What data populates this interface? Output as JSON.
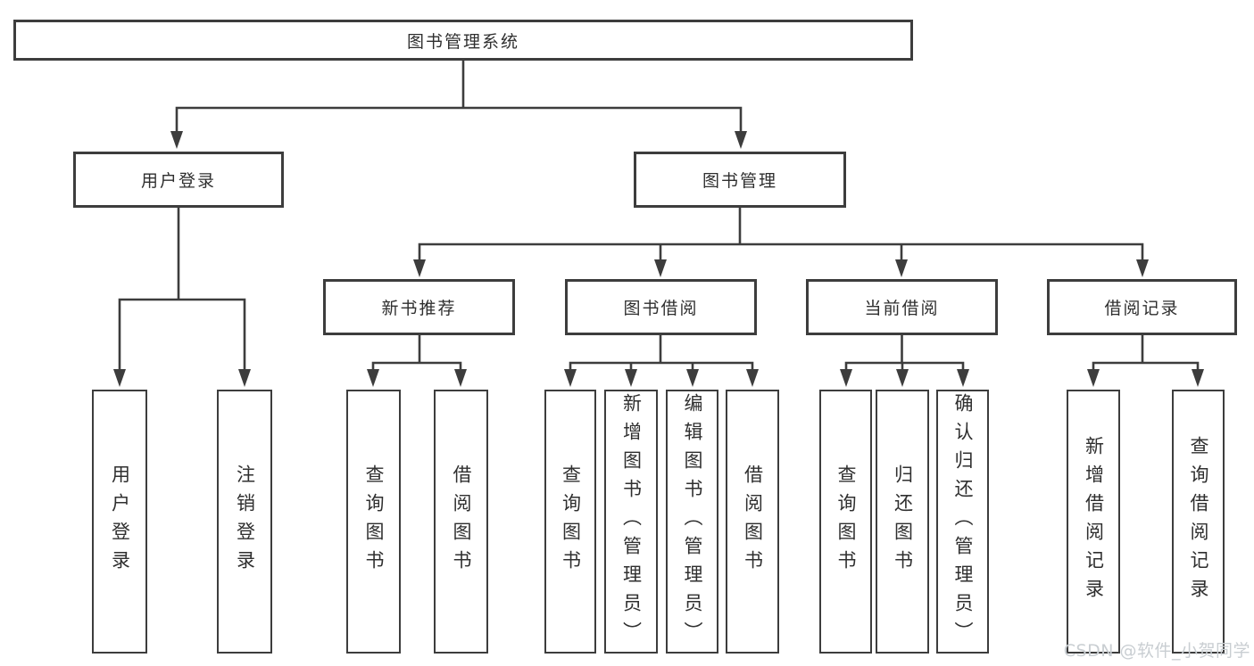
{
  "diagram": {
    "type": "tree",
    "root": {
      "label": "图书管理系统"
    },
    "level2": [
      {
        "id": "user-login",
        "label": "用户登录"
      },
      {
        "id": "book-management",
        "label": "图书管理"
      }
    ],
    "level3": [
      {
        "id": "new-book-recommend",
        "parent": "图书管理",
        "label": "新书推荐"
      },
      {
        "id": "book-borrow",
        "parent": "图书管理",
        "label": "图书借阅"
      },
      {
        "id": "current-borrow",
        "parent": "图书管理",
        "label": "当前借阅"
      },
      {
        "id": "borrow-records",
        "parent": "图书管理",
        "label": "借阅记录"
      }
    ],
    "leaves": [
      {
        "parent": "用户登录",
        "label": "用户登录"
      },
      {
        "parent": "用户登录",
        "label": "注销登录"
      },
      {
        "parent": "新书推荐",
        "label": "查询图书"
      },
      {
        "parent": "新书推荐",
        "label": "借阅图书"
      },
      {
        "parent": "图书借阅",
        "label": "查询图书"
      },
      {
        "parent": "图书借阅",
        "label": "新增图书（管理员）"
      },
      {
        "parent": "图书借阅",
        "label": "编辑图书（管理员）"
      },
      {
        "parent": "图书借阅",
        "label": "借阅图书"
      },
      {
        "parent": "当前借阅",
        "label": "查询图书"
      },
      {
        "parent": "当前借阅",
        "label": "归还图书"
      },
      {
        "parent": "当前借阅",
        "label": "确认归还（管理员）"
      },
      {
        "parent": "借阅记录",
        "label": "新增借阅记录"
      },
      {
        "parent": "借阅记录",
        "label": "查询借阅记录"
      }
    ],
    "watermark": "CSDN @软件_小贺同学",
    "colors": {
      "line": "#3d3d3d",
      "text": "#2f2f2f",
      "background": "#ffffff",
      "watermark": "#c9ced2"
    }
  }
}
